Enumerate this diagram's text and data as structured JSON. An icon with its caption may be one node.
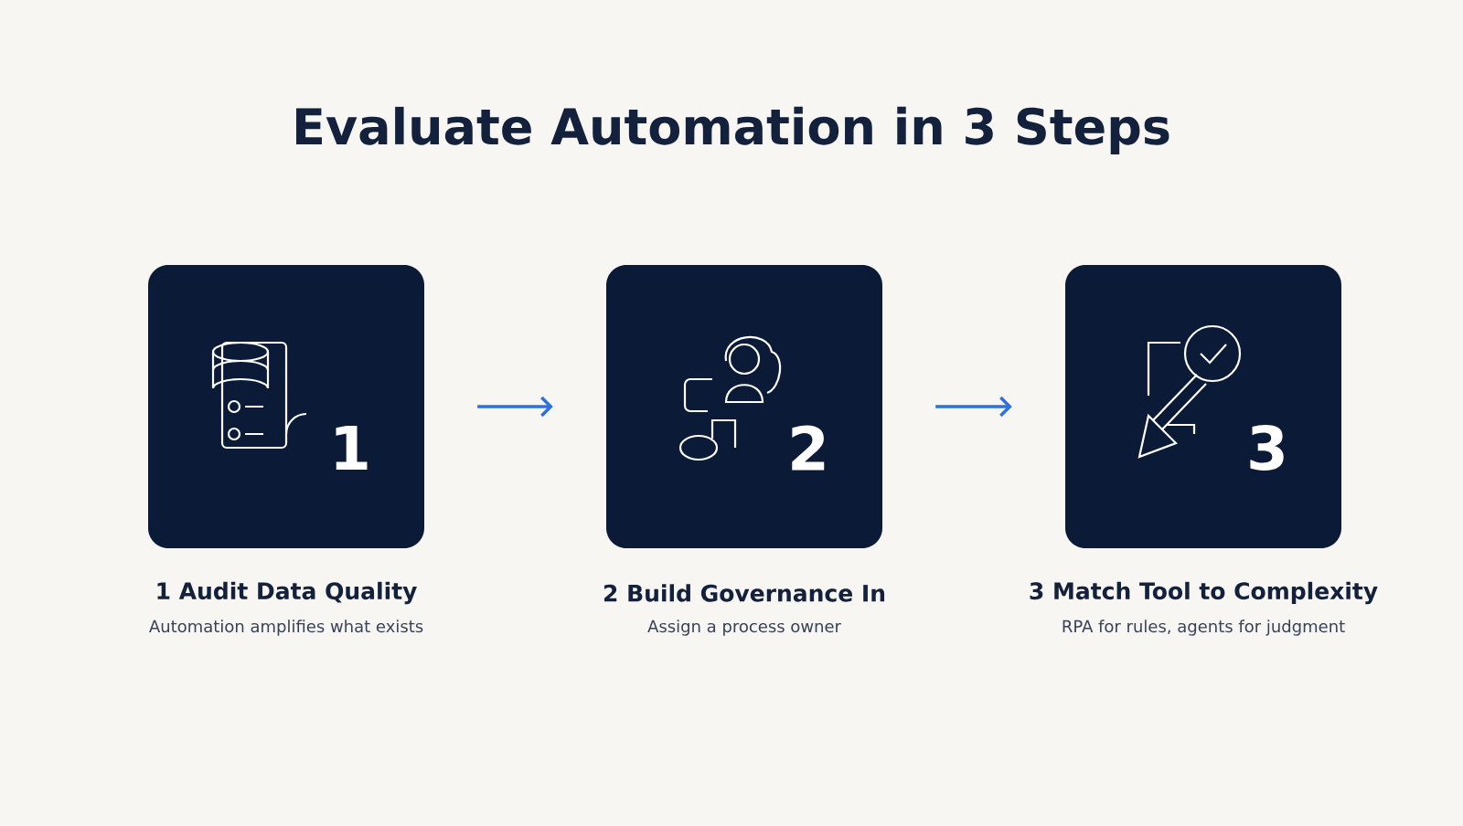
{
  "diagram": {
    "title": "Evaluate Automation in 3 Steps",
    "nodes": [
      {
        "text": [
          "1"
        ],
        "beside": [
          "1 Audit Data Quality",
          "Automation amplifies what exists"
        ]
      },
      {
        "text": [
          "2"
        ],
        "beside": [
          "2 Build Governance In",
          "Assign a process owner"
        ]
      },
      {
        "text": [
          "3"
        ],
        "beside": [
          "3 Match Tool to Complexity",
          "RPA for rules, agents for judgment"
        ]
      }
    ],
    "edges": [
      {
        "from": 0,
        "to": 1,
        "arrow": "to",
        "color": "#2f6fe0"
      },
      {
        "from": 1,
        "to": 2,
        "arrow": "to",
        "color": "#2f6fe0"
      }
    ]
  }
}
